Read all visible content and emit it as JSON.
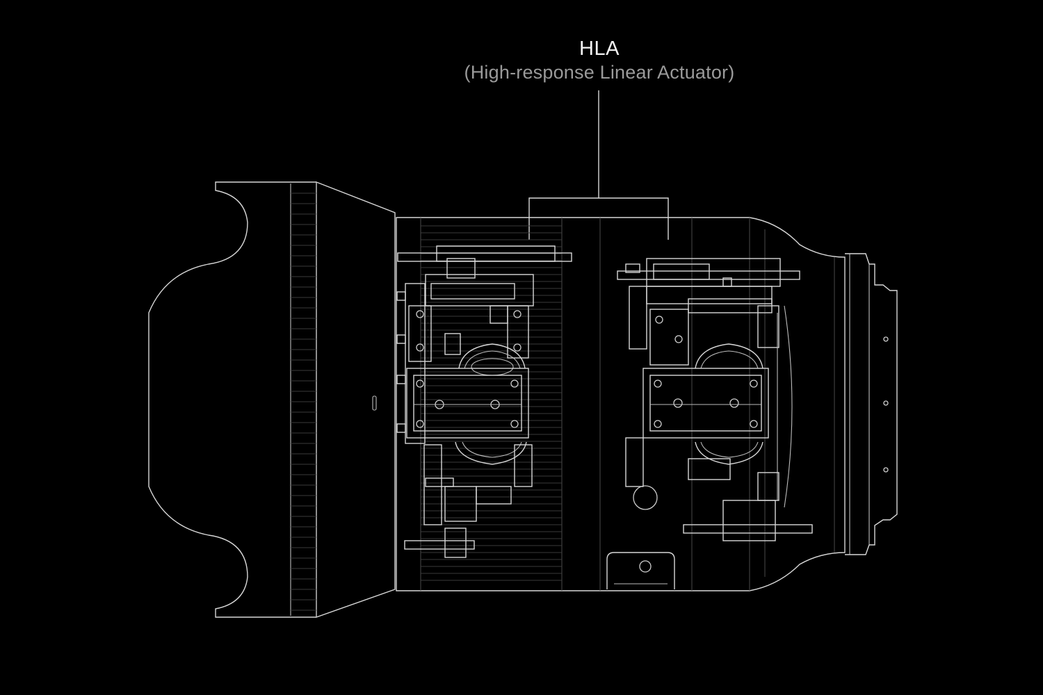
{
  "callout": {
    "title": "HLA",
    "subtitle": "(High-response Linear Actuator)"
  },
  "colors": {
    "background": "#000000",
    "line": "#d8d8d8",
    "title": "#f2f2f2",
    "subtitle": "#9a9a9a"
  },
  "components": {
    "actuator_count": 2
  }
}
